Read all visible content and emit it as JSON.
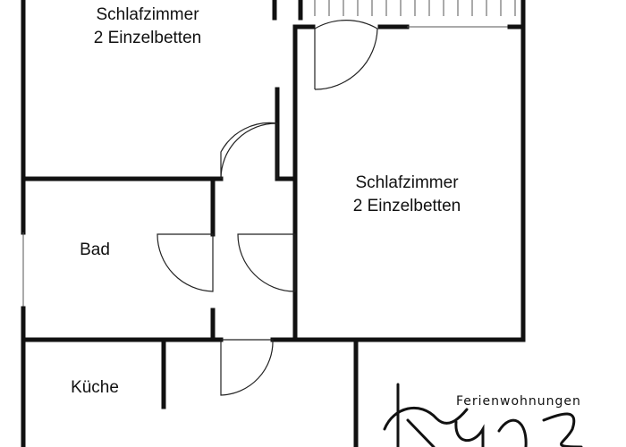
{
  "rooms": [
    {
      "key": "bedroom-1",
      "name": "Schlafzimmer",
      "detail": "2 Einzelbetten"
    },
    {
      "key": "bedroom-2",
      "name": "Schlafzimmer",
      "detail": "2 Einzelbetten"
    },
    {
      "key": "bathroom",
      "name": "Bad",
      "detail": ""
    },
    {
      "key": "kitchen",
      "name": "Küche",
      "detail": ""
    }
  ],
  "brand": {
    "subtitle": "Ferienwohnungen",
    "script_name": "Kunz"
  },
  "colors": {
    "wall": "#111111",
    "background": "#ffffff"
  }
}
